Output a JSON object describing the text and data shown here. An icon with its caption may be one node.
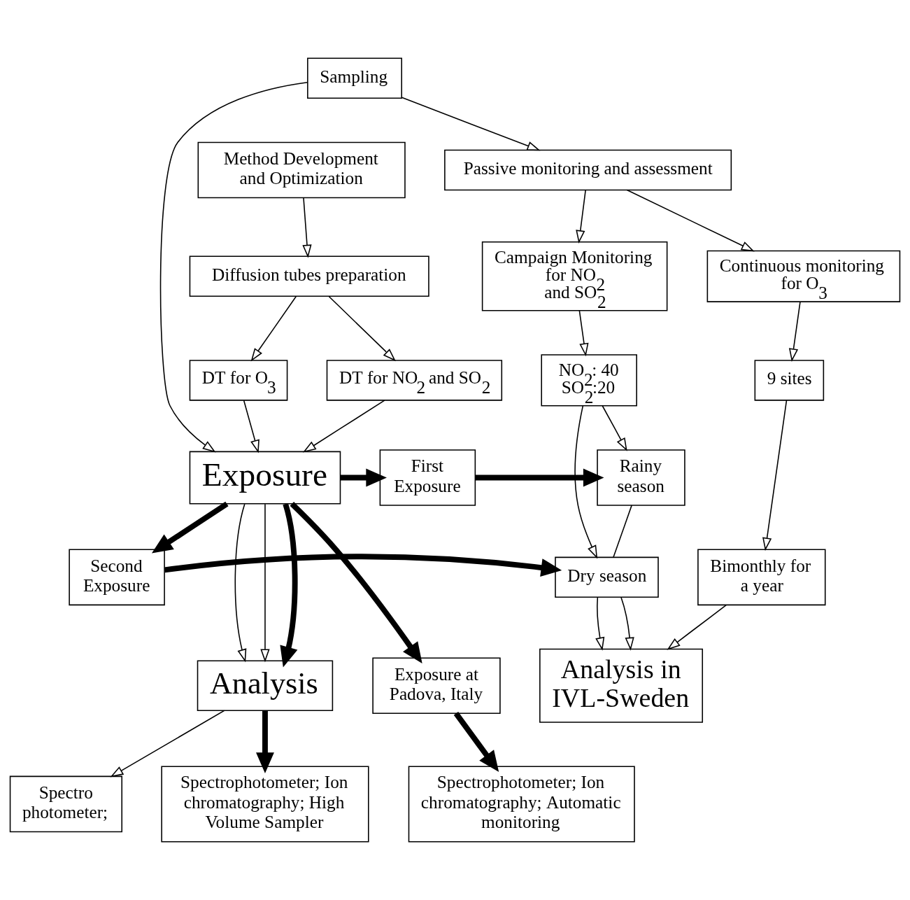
{
  "diagram": {
    "nodes": [
      {
        "text": [
          "Sampling"
        ]
      },
      {
        "text": [
          "Method Development and Optimization"
        ]
      },
      {
        "text": [
          "Passive monitoring and assessment"
        ]
      },
      {
        "text": [
          "Diffusion tubes preparation"
        ]
      },
      {
        "text": [
          "Campaign Monitoring for NO$_{2}$ and SO$_{2}$"
        ]
      },
      {
        "text": [
          "Continuous monitoring for O$_{3}$"
        ]
      },
      {
        "text": [
          "DT for O$_{3}$"
        ]
      },
      {
        "text": [
          "DT for NO$_{2}$ and SO$_{2}$"
        ]
      },
      {
        "text": [
          "NO$_{2}$: 40 SO$_{2}$:20"
        ]
      },
      {
        "text": [
          "9 sites"
        ]
      },
      {
        "text": [
          "First Exposure"
        ]
      },
      {
        "text": [
          "Rainy season"
        ]
      },
      {
        "text": [
          "Exposure"
        ]
      },
      {
        "text": [
          "Second Exposure"
        ]
      },
      {
        "text": [
          "Dry season"
        ]
      },
      {
        "text": [
          "Bimonthly for a year"
        ]
      },
      {
        "text": [
          "Exposure at Padova, Italy"
        ]
      },
      {
        "text": [
          "Analysis in IVL-Sweden"
        ]
      },
      {
        "text": [
          "Analysis"
        ]
      },
      {
        "text": [
          "Spectro photometer;"
        ]
      },
      {
        "text": [
          "Spectrophotometer; Ion chromatography; High Volume Sampler"
        ]
      },
      {
        "text": [
          "Spectrophotometer; Ion chromatography; Automatic monitoring"
        ]
      }
    ],
    "edges": [
      {
        "from": 0,
        "to": 2,
        "arrow": "to"
      },
      {
        "from": 0,
        "to": 12,
        "arrow": "to"
      },
      {
        "from": 1,
        "to": 3,
        "arrow": "to"
      },
      {
        "from": 2,
        "to": 4,
        "arrow": "to"
      },
      {
        "from": 2,
        "to": 5,
        "arrow": "to"
      },
      {
        "from": 3,
        "to": 6,
        "arrow": "to"
      },
      {
        "from": 3,
        "to": 7,
        "arrow": "to"
      },
      {
        "from": 4,
        "to": 8,
        "arrow": "to"
      },
      {
        "from": 5,
        "to": 9,
        "arrow": "to"
      },
      {
        "from": 6,
        "to": 12,
        "arrow": "to"
      },
      {
        "from": 7,
        "to": 12,
        "arrow": "to"
      },
      {
        "from": 8,
        "to": 11,
        "arrow": "to"
      },
      {
        "from": 8,
        "to": 14,
        "arrow": "to"
      },
      {
        "from": 9,
        "to": 15,
        "arrow": "to"
      },
      {
        "from": 12,
        "to": 10,
        "arrow": "to",
        "style": "thick"
      },
      {
        "from": 12,
        "to": 13,
        "arrow": "to",
        "style": "thick"
      },
      {
        "from": 12,
        "to": 16,
        "arrow": "to",
        "style": "thick"
      },
      {
        "from": 10,
        "to": 11,
        "arrow": "to",
        "style": "thick"
      },
      {
        "from": 13,
        "to": 14,
        "arrow": "to",
        "style": "thick"
      },
      {
        "from": 11,
        "to": 14,
        "arrow": "none"
      },
      {
        "from": 12,
        "to": 18,
        "arrow": "to"
      },
      {
        "from": 12,
        "to": 18,
        "arrow": "to"
      },
      {
        "from": 12,
        "to": 18,
        "arrow": "to",
        "style": "thick"
      },
      {
        "from": 14,
        "to": 17,
        "arrow": "to"
      },
      {
        "from": 14,
        "to": 17,
        "arrow": "to"
      },
      {
        "from": 15,
        "to": 17,
        "arrow": "to"
      },
      {
        "from": 18,
        "to": 19,
        "arrow": "to"
      },
      {
        "from": 18,
        "to": 20,
        "arrow": "to",
        "style": "thick"
      },
      {
        "from": 16,
        "to": 21,
        "arrow": "to",
        "style": "thick"
      }
    ]
  }
}
